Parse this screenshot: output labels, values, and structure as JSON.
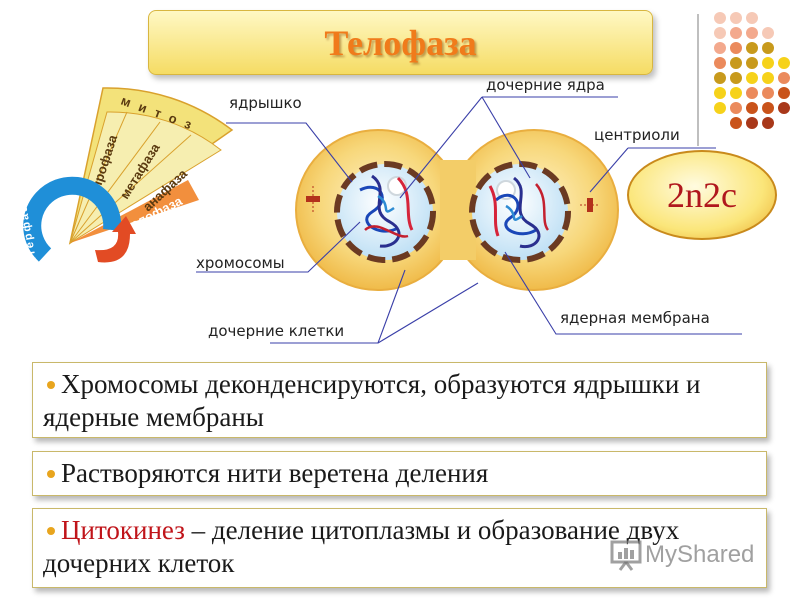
{
  "title": "Телофаза",
  "ploidy": "2n2c",
  "wheel": {
    "outer": "митоз",
    "inner": "интерфаза",
    "phases": [
      "профаза",
      "метафаза",
      "анафаза",
      "телофаза"
    ]
  },
  "labels": {
    "nucleolus": "ядрышко",
    "daughter_nuclei": "дочерние ядра",
    "centrioles": "центриоли",
    "chromosomes": "хромосомы",
    "daughter_cells": "дочерние клетки",
    "nuclear_membrane": "ядерная мембрана"
  },
  "boxes": {
    "b1": "Хромосомы деконденсируются, образуются ядрышки и ядерные мембраны",
    "b2": "Растворяются нити веретена деления",
    "b3_term": "Цитокинез",
    "b3_rest": " – деление цитоплазмы и образование двух дочерних клеток"
  },
  "watermark": "MyShared",
  "colors": {
    "title": "#f07b1b",
    "accent_red": "#c0141a",
    "cell": "#f4c75a",
    "bullet": "#e8a51e"
  }
}
